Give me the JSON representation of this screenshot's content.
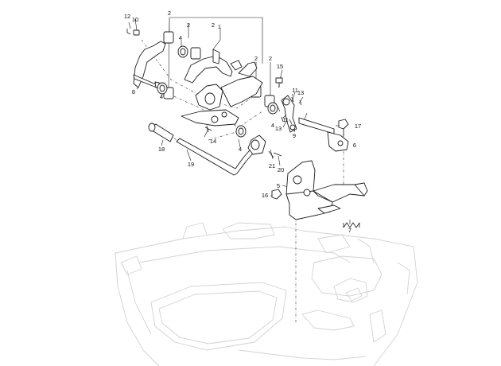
{
  "callouts": {
    "c1": "1",
    "c2a": "2",
    "c2b": "2",
    "c2c": "2",
    "c2d": "2",
    "c2e": "2",
    "c4a": "4",
    "c4b": "4",
    "c4c": "4",
    "c4d": "4",
    "c5": "5",
    "c6": "6",
    "c7": "7",
    "c8": "8",
    "c9": "9",
    "c10": "10",
    "c11a": "11",
    "c11b": "11",
    "c12": "12",
    "c13a": "13",
    "c13b": "13",
    "c14": "14",
    "c15": "15",
    "c16": "16",
    "c17": "17",
    "c18": "18",
    "c19": "19",
    "c20": "20",
    "c21": "21"
  }
}
